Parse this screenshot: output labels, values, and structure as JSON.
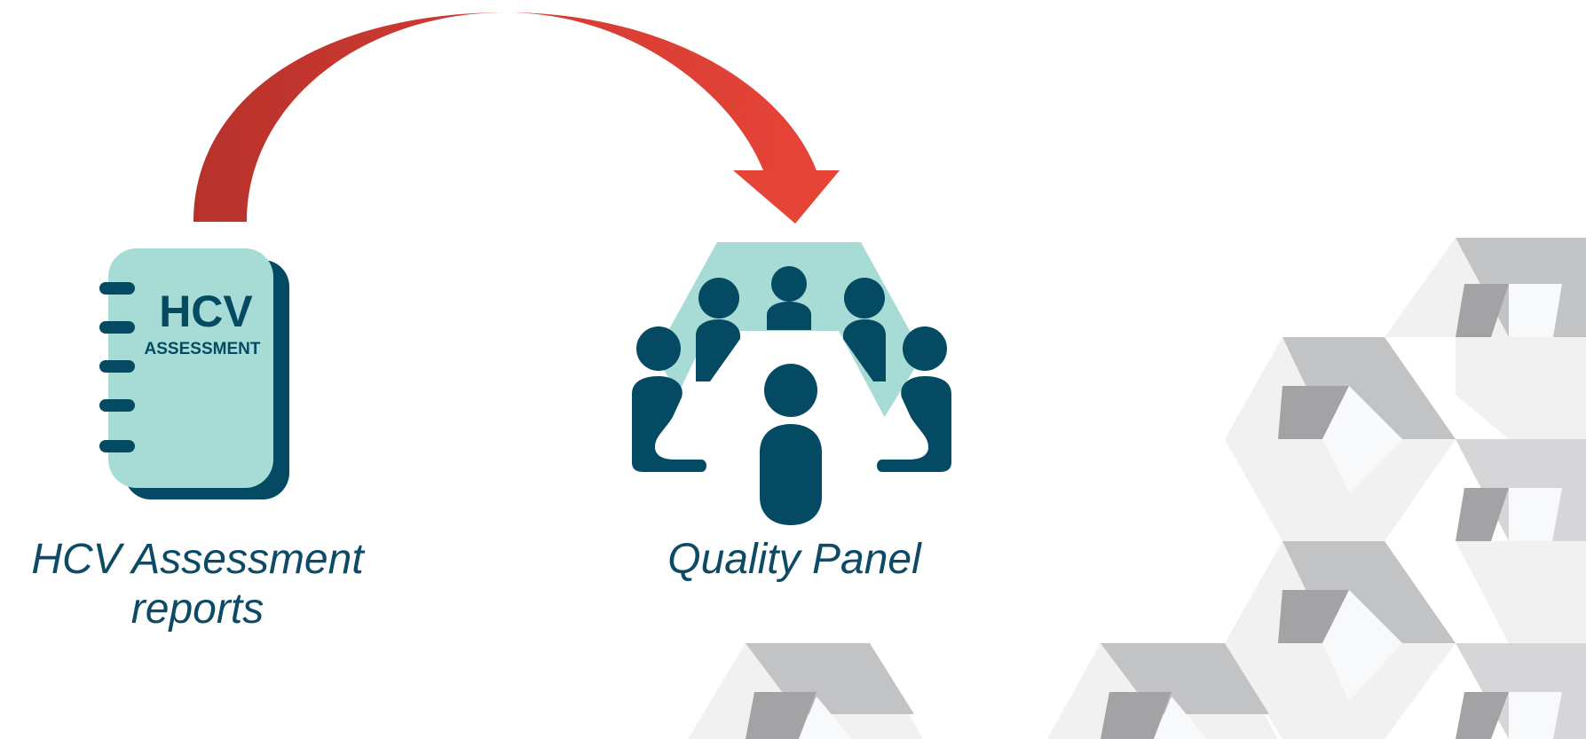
{
  "colors": {
    "arrow": "#e74438",
    "arrow_dark": "#b8322c",
    "teal_light": "#a7dbd6",
    "navy": "#044a63",
    "caption": "#0d4a66",
    "cube_light": "#f1f1f1",
    "cube_mid": "#d6d6d8",
    "cube_dark": "#a3a3a6",
    "cube_face": "#c2c3c5",
    "cube_white": "#f7f9fb"
  },
  "book": {
    "title": "HCV",
    "subtitle": "ASSESSMENT",
    "icon": "notebook-icon"
  },
  "panel": {
    "icon": "meeting-table-icon"
  },
  "arrow": {
    "icon": "curved-arrow-icon"
  },
  "captions": {
    "left_line1": "HCV Assessment",
    "left_line2": "reports",
    "right": "Quality Panel"
  }
}
